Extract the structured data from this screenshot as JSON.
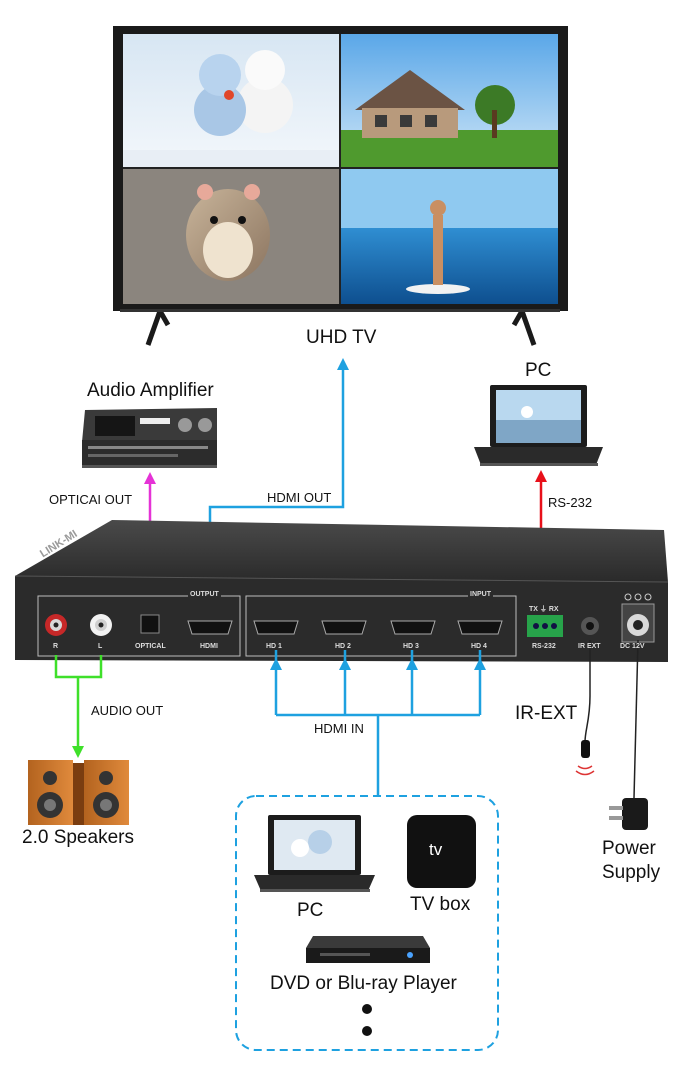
{
  "tv": {
    "label": "UHD TV"
  },
  "amplifier": {
    "label": "Audio Amplifier"
  },
  "pc_top": {
    "label": "PC"
  },
  "connections": {
    "optical_out": "OPTICAI OUT",
    "hdmi_out": "HDMI OUT",
    "rs232": "RS-232",
    "audio_out": "AUDIO OUT",
    "hdmi_in": "HDMI IN",
    "ir_ext": "IR-EXT"
  },
  "device": {
    "brand": "LINK-MI",
    "output_group": "OUTPUT",
    "input_group": "INPUT",
    "ports": {
      "r": "R",
      "l": "L",
      "optical": "OPTICAL",
      "hdmi": "HDMI",
      "hd1": "HD 1",
      "hd2": "HD 2",
      "hd3": "HD 3",
      "hd4": "HD 4",
      "rs232": "RS-232",
      "tx_rx": "TX  ⏚  RX",
      "ir_ext": "IR EXT",
      "dc": "DC 12V"
    }
  },
  "speakers": {
    "label": "2.0 Speakers"
  },
  "power": {
    "label_line1": "Power",
    "label_line2": "Supply"
  },
  "sources": {
    "pc": "PC",
    "tvbox": "TV box",
    "tvbox_logo": "tv",
    "dvd": "DVD or Blu-ray Player"
  },
  "colors": {
    "hdmi_line": "#1ea1e0",
    "optical_line": "#e532d6",
    "rs232_line": "#e8101a",
    "audio_line": "#3fe02a",
    "device_body": "#2b2b2b"
  }
}
